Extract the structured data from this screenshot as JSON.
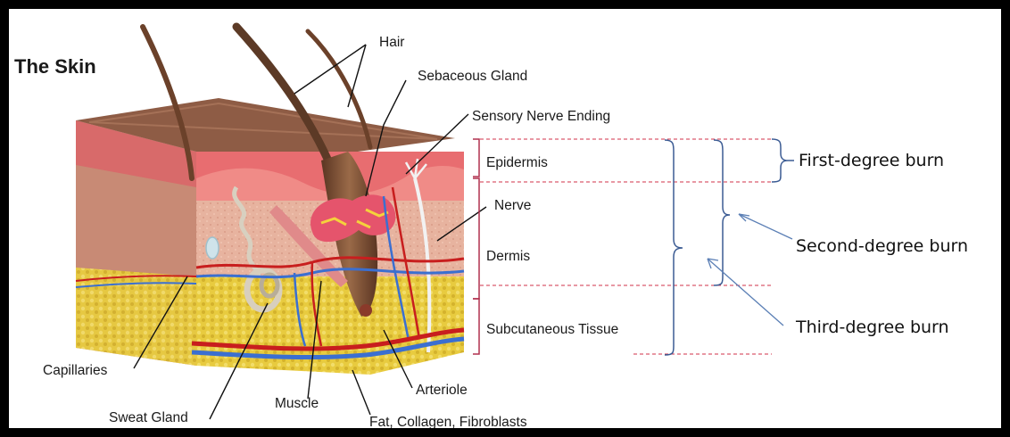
{
  "diagram": {
    "title": "The Skin",
    "labels": {
      "hair": "Hair",
      "sebaceous_gland": "Sebaceous Gland",
      "sensory_nerve_ending": "Sensory Nerve Ending",
      "nerve": "Nerve",
      "capillaries": "Capillaries",
      "sweat_gland": "Sweat Gland",
      "muscle": "Muscle",
      "arteriole": "Arteriole",
      "fat": "Fat, Collagen, Fibroblasts"
    },
    "layers": {
      "epidermis": "Epidermis",
      "dermis": "Dermis",
      "subcutaneous": "Subcutaneous Tissue"
    },
    "burns": {
      "first": "First-degree burn",
      "second": "Second-degree burn",
      "third": "Third-degree burn"
    },
    "colors": {
      "frame": "#000000",
      "bracket": "#3b5b93",
      "layer_line": "#c0304a",
      "arrow": "#5b7fb5",
      "skin_top": "#8e5c45",
      "epidermis": "#e26a6f",
      "dermis": "#e9b7a2",
      "fat": "#e5c83b"
    }
  }
}
